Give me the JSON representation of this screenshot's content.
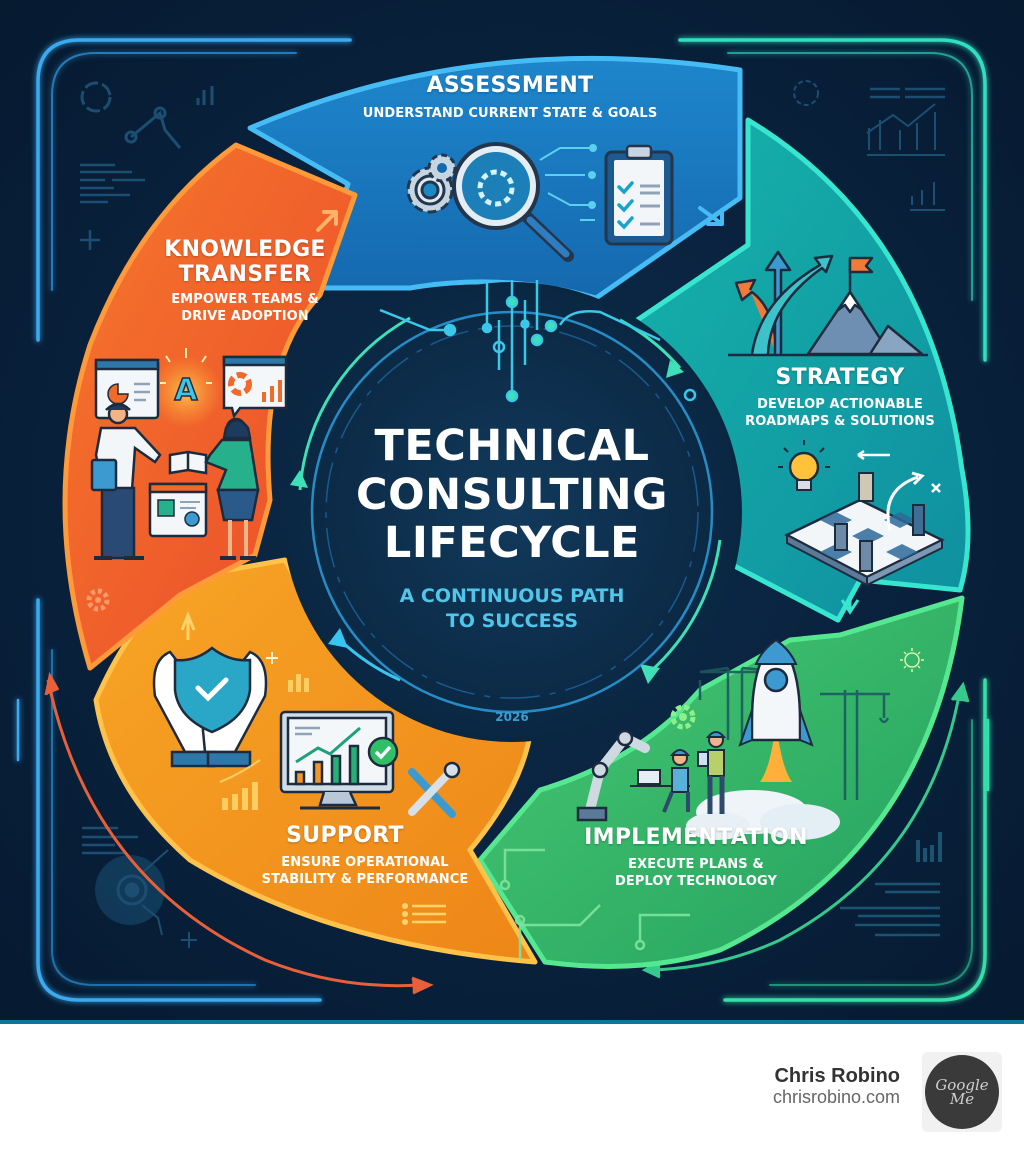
{
  "infographic": {
    "title_lines": [
      "TECHNICAL",
      "CONSULTING",
      "LIFECYCLE"
    ],
    "subtitle_lines": [
      "A CONTINUOUS PATH",
      "TO SUCCESS"
    ],
    "year": "2026",
    "colors": {
      "background": "#0a2340",
      "assessment": "#1a78c2",
      "strategy": "#12a9a6",
      "implementation": "#36b86a",
      "support": "#f39a1e",
      "knowledge_transfer": "#f2612a",
      "accent_cyan": "#38c6f0",
      "accent_green": "#3fe0b0"
    },
    "segments": [
      {
        "id": "assessment",
        "title": "ASSESSMENT",
        "subtitle_lines": [
          "UNDERSTAND CURRENT STATE & GOALS"
        ],
        "icons": [
          "gears-icon",
          "magnifying-glass-icon",
          "circuit-lines-icon",
          "checklist-clipboard-icon",
          "arrow-icon"
        ]
      },
      {
        "id": "strategy",
        "title": "STRATEGY",
        "subtitle_lines": [
          "DEVELOP ACTIONABLE",
          "ROADMAPS & SOLUTIONS"
        ],
        "icons": [
          "diverging-arrows-icon",
          "mountain-flag-icon",
          "lightbulb-icon",
          "chessboard-icon",
          "arrow-icon"
        ]
      },
      {
        "id": "implementation",
        "title": "IMPLEMENTATION",
        "subtitle_lines": [
          "EXECUTE PLANS &",
          "DEPLOY TECHNOLOGY"
        ],
        "icons": [
          "robot-arm-icon",
          "workers-icon",
          "rocket-launch-icon",
          "crane-icon",
          "gear-icon"
        ]
      },
      {
        "id": "support",
        "title": "SUPPORT",
        "subtitle_lines": [
          "ENSURE OPERATIONAL",
          "STABILITY & PERFORMANCE"
        ],
        "icons": [
          "shield-check-hands-icon",
          "monitor-chart-icon",
          "check-badge-icon",
          "wrench-screwdriver-icon",
          "bar-chart-icon"
        ]
      },
      {
        "id": "knowledge_transfer",
        "title_lines": [
          "KNOWLEDGE",
          "TRANSFER"
        ],
        "subtitle_lines": [
          "EMPOWER TEAMS &",
          "DRIVE ADOPTION"
        ],
        "icons": [
          "presentation-screen-icon",
          "letter-a-icon",
          "people-sharing-book-icon",
          "speech-chart-icon",
          "gear-icon"
        ]
      }
    ]
  },
  "footer": {
    "author_name": "Chris Robino",
    "author_site": "chrisrobino.com",
    "avatar_text_lines": [
      "Google",
      "Me"
    ]
  }
}
